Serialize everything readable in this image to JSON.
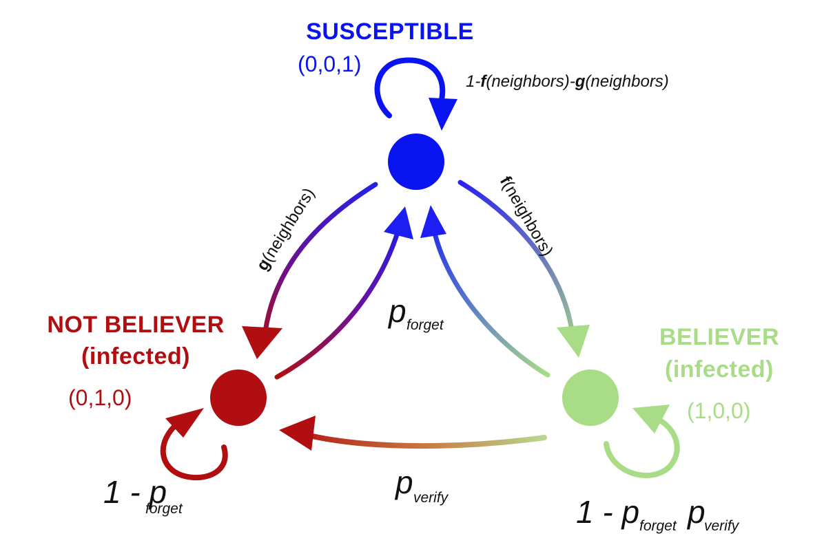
{
  "states": {
    "susceptible": {
      "title": "SUSCEPTIBLE",
      "code": "(0,0,1)",
      "color": "#0a14f0"
    },
    "not_believer": {
      "title_line1": "NOT BELIEVER",
      "title_line2": "(infected)",
      "code": "(0,1,0)",
      "color": "#b00e10"
    },
    "believer": {
      "title_line1": "BELIEVER",
      "title_line2": "(infected)",
      "code": "(1,0,0)",
      "color": "#a9dc86"
    }
  },
  "transitions": {
    "susceptible_self": {
      "prefix": "1-",
      "f": "f",
      "mid": "(neighbors)-",
      "g": "g",
      "suffix": "(neighbors)"
    },
    "to_not_believer": {
      "g": "g",
      "rest": "(neighbors)"
    },
    "to_believer": {
      "f": "f",
      "rest": "(neighbors)"
    },
    "forget": {
      "p": "p",
      "sub": "forget"
    },
    "verify": {
      "p": "p",
      "sub": "verify"
    },
    "not_believer_self": {
      "prefix": "1 - ",
      "p": "p",
      "sub": "forget"
    },
    "believer_self": {
      "prefix": "1 - ",
      "p1": "p",
      "sub1": "forget",
      "p2": "p",
      "sub2": "verify"
    }
  }
}
